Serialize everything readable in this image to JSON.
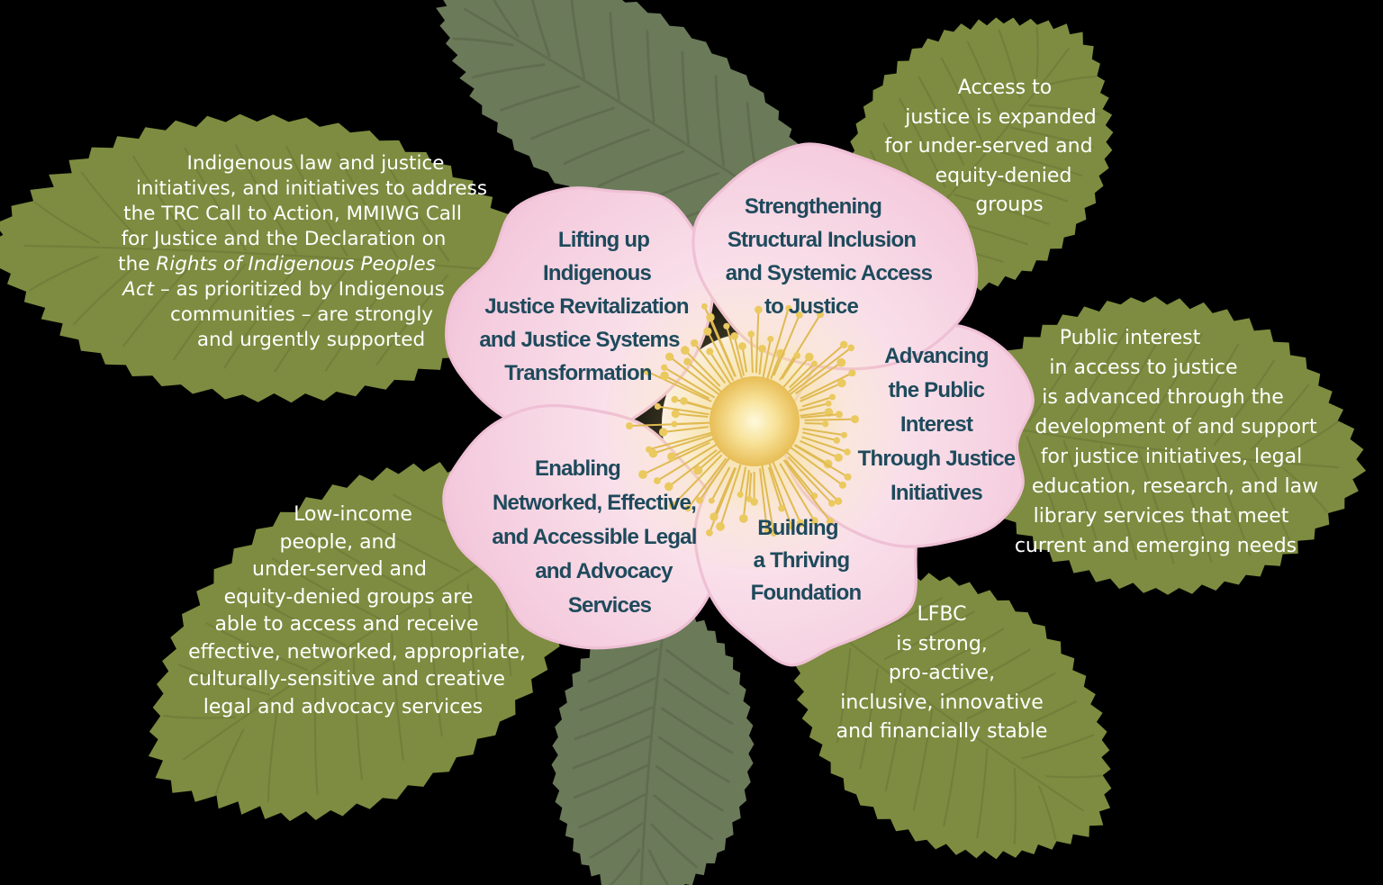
{
  "petals": {
    "lifting": {
      "lines": [
        "Lifting up",
        "Indigenous",
        "Justice Revitalization",
        "and Justice Systems",
        "Transformation"
      ]
    },
    "strengthening": {
      "lines": [
        "Strengthening",
        "Structural Inclusion",
        "and Systemic Access",
        "to Justice"
      ]
    },
    "advancing": {
      "lines": [
        "Advancing",
        "the Public",
        "Interest",
        "Through Justice",
        "Initiatives"
      ]
    },
    "building": {
      "lines": [
        "Building",
        "a Thriving",
        "Foundation"
      ]
    },
    "enabling": {
      "lines": [
        "Enabling",
        "Networked, Effective,",
        "and Accessible Legal",
        "and Advocacy",
        "Services"
      ]
    }
  },
  "leaves": {
    "indigenous": {
      "line1": "Indigenous law and justice",
      "line2": "initiatives, and initiatives to address",
      "line3": "the TRC Call to Action, MMIWG Call",
      "line4": "for Justice and the Declaration on",
      "line5_pre": "the ",
      "line5_italic": "Rights of Indigenous Peoples",
      "line6_italic": "Act",
      "line6_post": " – as prioritized by Indigenous",
      "line7": "communities – are strongly",
      "line8": "and urgently supported"
    },
    "access": {
      "lines": [
        "Access to",
        "justice is expanded",
        "for under-served and",
        "equity-denied",
        "groups"
      ]
    },
    "public_interest": {
      "lines": [
        "Public interest",
        "in access to justice",
        "is advanced through the",
        "development of and support",
        "for justice initiatives, legal",
        "education, research, and law",
        "library services that meet",
        "current and emerging needs"
      ]
    },
    "low_income": {
      "lines": [
        "Low-income",
        "people, and",
        "under-served and",
        "equity-denied groups are",
        "able to access and receive",
        "effective, networked, appropriate,",
        "culturally-sensitive and creative",
        "legal and advocacy services"
      ]
    },
    "lfbc": {
      "lines": [
        "LFBC",
        "is strong,",
        "pro-active,",
        "inclusive, innovative",
        "and financially stable"
      ]
    }
  },
  "colors": {
    "background": "#000000",
    "leaf_olive": "#7d8c40",
    "leaf_muted": "#6b7a59",
    "leaf_text": "#ffffff",
    "petal_light": "#fdf4f7",
    "petal_mid": "#f9dfe9",
    "petal_deep": "#edb7d1",
    "petal_edge": "#efc0d5",
    "petal_text": "#1e4a5c",
    "center_gold_light": "#fef9dc",
    "center_gold": "#e6ba50",
    "center_glow": "#f6df9a",
    "stamen": "#e0ba52",
    "stamen_dot": "#eac95f"
  }
}
